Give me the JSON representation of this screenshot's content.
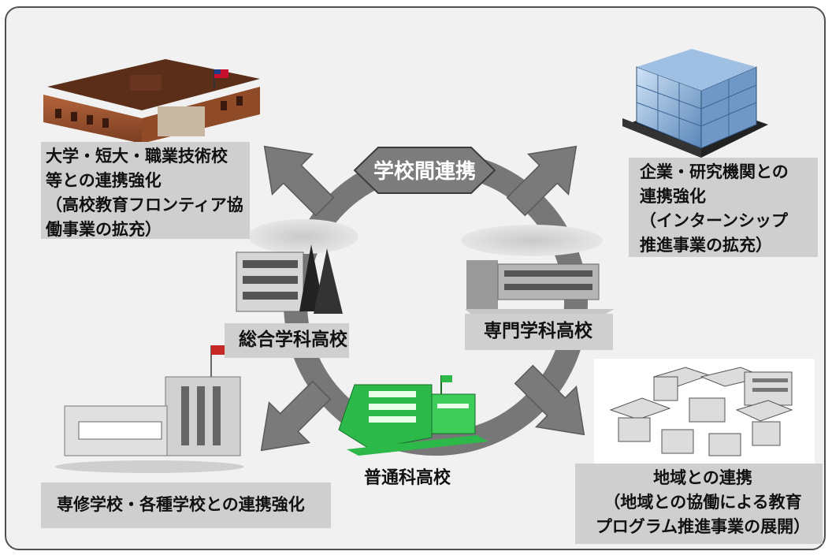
{
  "hub": {
    "label": "学校間連携"
  },
  "schools": {
    "general": "普通科高校",
    "integrated": "総合学科高校",
    "specialized": "専門学科高校"
  },
  "partners": {
    "university": {
      "lines": [
        "大学・短大・職業技術校",
        "等との連携強化",
        "（高校教育フロンティア協",
        "働事業の拡充）"
      ]
    },
    "company": {
      "lines": [
        "企業・研究機関との",
        "連携強化",
        "（インターンシップ",
        "推進事業の拡充）"
      ]
    },
    "vocational": {
      "lines": [
        "専修学校・各種学校との連携強化"
      ]
    },
    "community": {
      "lines": [
        "地域との連携",
        "（地域との協働による教育",
        "プログラム推進事業の展開）"
      ]
    }
  },
  "colors": {
    "arrow": "#7a7a7a",
    "label_box": "#cfcfcf",
    "hub_fill": "#7c7c7c",
    "general_school": "#2db84a"
  }
}
